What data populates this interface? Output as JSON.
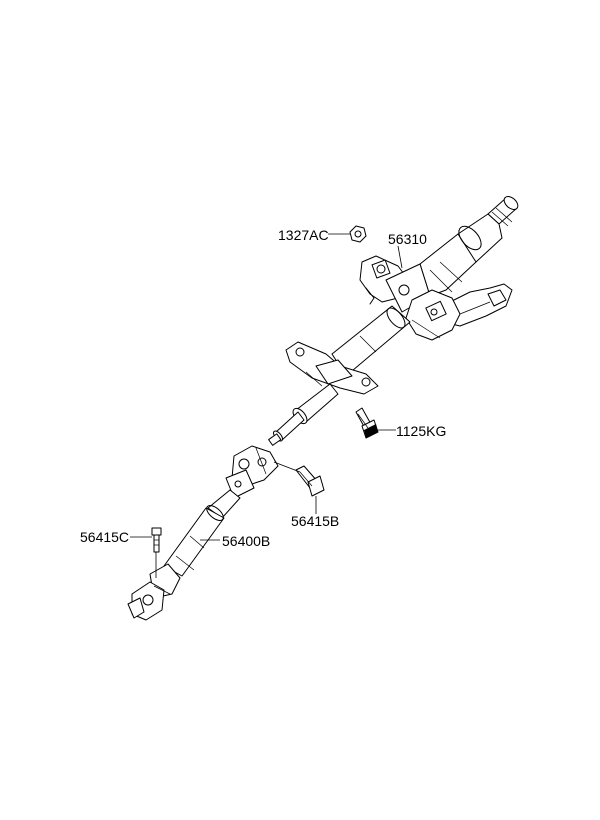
{
  "labels": {
    "nut": "1327AC",
    "column_assembly": "56310",
    "column_bolt": "1125KG",
    "joint_bolt_upper": "56415B",
    "joint_bolt_lower": "56415C",
    "intermediate_shaft": "56400B"
  },
  "colors": {
    "line": "#000000",
    "background": "#ffffff"
  }
}
